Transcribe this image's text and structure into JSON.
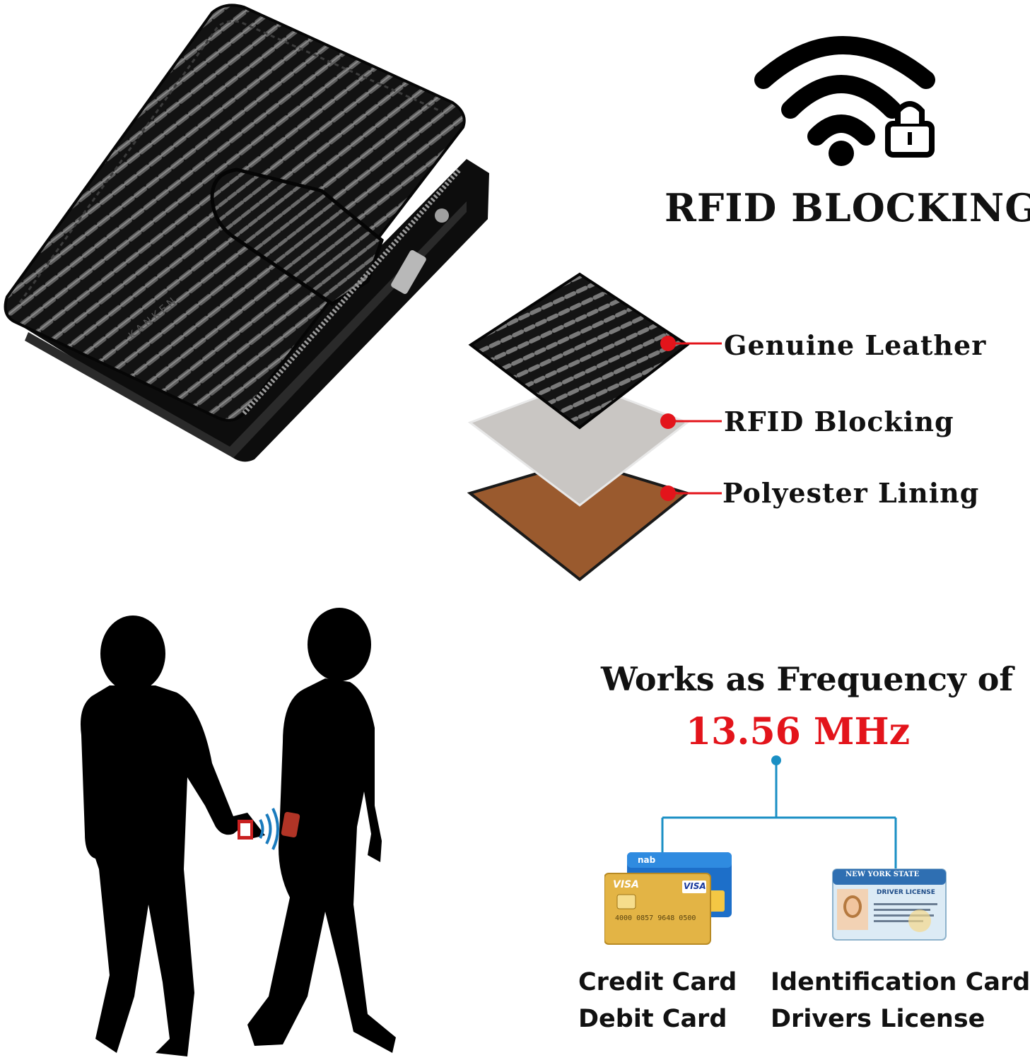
{
  "wallet": {
    "brand_mark": "KANKEN"
  },
  "rfid": {
    "title": "RFID BLOCKING"
  },
  "layers": [
    {
      "label": "Genuine Leather",
      "color": "#1a1a1a"
    },
    {
      "label": "RFID Blocking",
      "color": "#c9c6c3"
    },
    {
      "label": "Polyester Lining",
      "color": "#9a5a2e"
    }
  ],
  "frequency": {
    "heading": "Works as Frequency of",
    "value": "13.56 MHz",
    "value_color": "#e3141b",
    "connector_color": "#1a8fc4"
  },
  "cards": {
    "credit": {
      "lines": [
        "Credit Card",
        "Debit Card"
      ],
      "brand_text": "VISA",
      "bank_text": "nab",
      "number_text": "4000 0857 9648 0500"
    },
    "identification": {
      "lines": [
        "Identification Card",
        "Drivers License"
      ],
      "state_text": "NEW YORK STATE",
      "license_text": "DRIVER LICENSE"
    }
  },
  "indicator_color": "#e3141b"
}
